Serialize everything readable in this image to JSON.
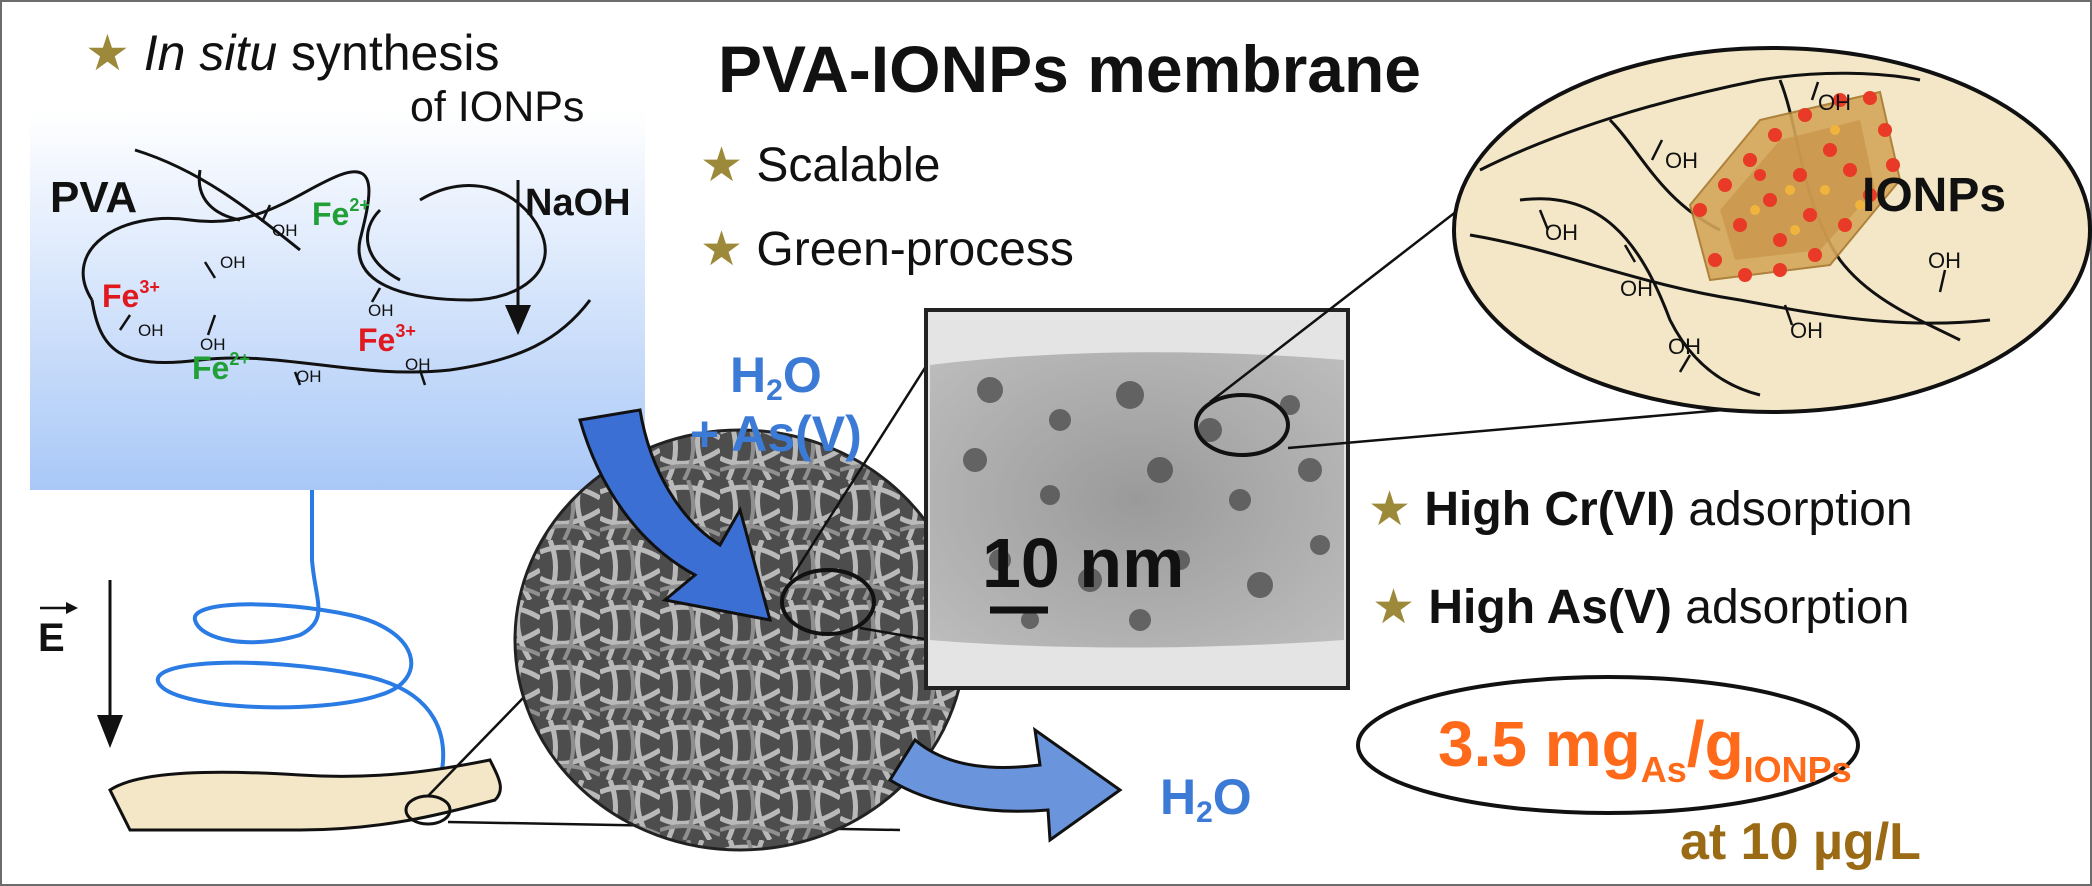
{
  "title": "PVA-IONPs membrane",
  "synthesis": {
    "line1_italic": "In situ",
    "line1_rest": " synthesis",
    "line2": "of IONPs"
  },
  "pva_label": "PVA",
  "naoh_label": "NaOH",
  "ions": {
    "fe3": "Fe",
    "fe3_charge": "3+",
    "fe2": "Fe",
    "fe2_charge": "2+"
  },
  "oh_label": "OH",
  "features": [
    "Scalable",
    "Green-process"
  ],
  "inflow": {
    "line1_base": "H",
    "line1_sub": "2",
    "line1_end": "O",
    "line2": "+ As(V)"
  },
  "outflow": {
    "base": "H",
    "sub": "2",
    "end": "O"
  },
  "tem_scale": "10 nm",
  "ionp_label": "IONPs",
  "adsorption": [
    {
      "bold": "High Cr(VI)",
      "rest": " adsorption"
    },
    {
      "bold": "High As(V)",
      "rest": " adsorption"
    }
  ],
  "capacity": {
    "value": "3.5 mg",
    "sub1": "As",
    "slash": "/g",
    "sub2": "IONPs"
  },
  "condition": "at 10 µg/L",
  "field_label": "E",
  "star_icon": "★",
  "colors": {
    "fe3": "#e0191f",
    "fe2": "#21a038",
    "water": "#3b7bd6",
    "capacity": "#ff6a1a",
    "condition": "#9a6a14",
    "star": "#9c8a3a"
  }
}
